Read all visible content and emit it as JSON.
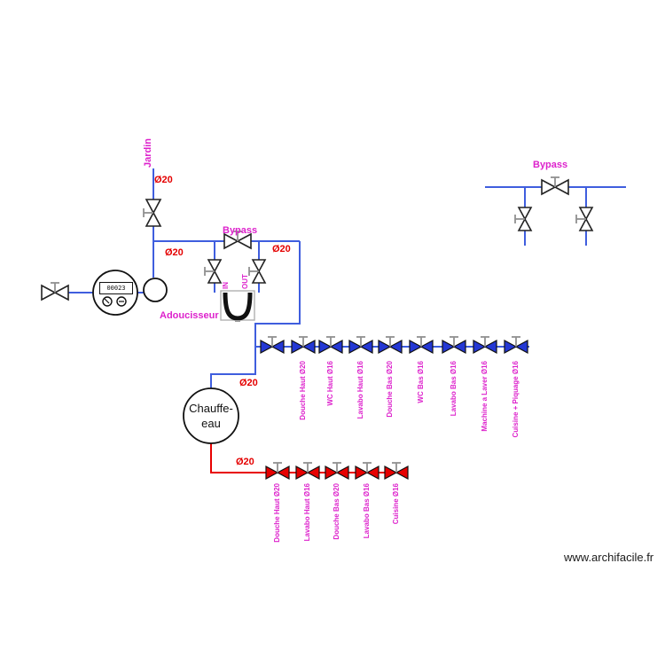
{
  "page": {
    "watermark": "www.archifacile.fr"
  },
  "colors": {
    "cold_pipe": "#3f5ede",
    "hot_pipe": "#e80000",
    "cold_valve_fill": "#2438d4",
    "hot_valve_fill": "#e60000",
    "label_magenta": "#dd22cc",
    "size_label_red": "#e40000"
  },
  "supply": {
    "source_label": "Jardin",
    "size_garden": "Ø20",
    "size_main": "Ø20",
    "meter_display": "00023"
  },
  "softener_unit": {
    "bypass_label": "Bypass",
    "in_label": "IN",
    "out_label": "OUT",
    "name": "Adoucisseur",
    "size_after": "Ø20"
  },
  "upper_bypass": {
    "label": "Bypass"
  },
  "water_heater": {
    "name_line1": "Chauffe-",
    "name_line2": "eau",
    "cold_inlet_size": "Ø20",
    "hot_outlet_size": "Ø20"
  },
  "cold_manifold": {
    "valve_labels": [
      "Douche Haut Ø20",
      "WC Haut Ø16",
      "Lavabo Haut Ø16",
      "Douche Bas Ø20",
      "WC Bas Ø16",
      "Lavabo Bas Ø16",
      "Machine a Laver Ø16",
      "Cuisine + Piquage Ø16"
    ]
  },
  "hot_manifold": {
    "valve_labels": [
      "Douche Haut Ø20",
      "Lavabo Haut Ø16",
      "Douche Bas Ø20",
      "Lavabo Bas Ø16",
      "Cuisine Ø16"
    ]
  }
}
